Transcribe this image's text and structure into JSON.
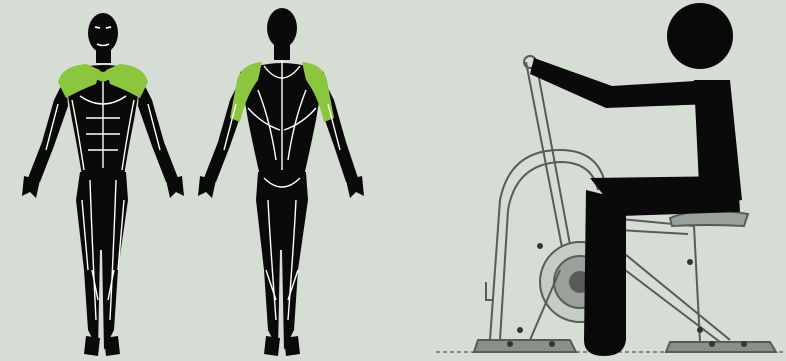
{
  "colors": {
    "background": "#d5ddd5",
    "muscle_highlight": "#8cc63f",
    "body_fill": "#0a0a0a",
    "muscle_lines": "#ffffff",
    "machine_stroke": "#5a5a5a"
  },
  "figures": {
    "front": {
      "highlighted_muscles": [
        "deltoids",
        "pectoral-upper"
      ]
    },
    "back": {
      "highlighted_muscles": [
        "deltoids",
        "upper-trapezius"
      ]
    }
  },
  "machine": {
    "icon": "seated-arm-cycle-machine-icon"
  },
  "user": {
    "icon": "seated-person-icon"
  }
}
